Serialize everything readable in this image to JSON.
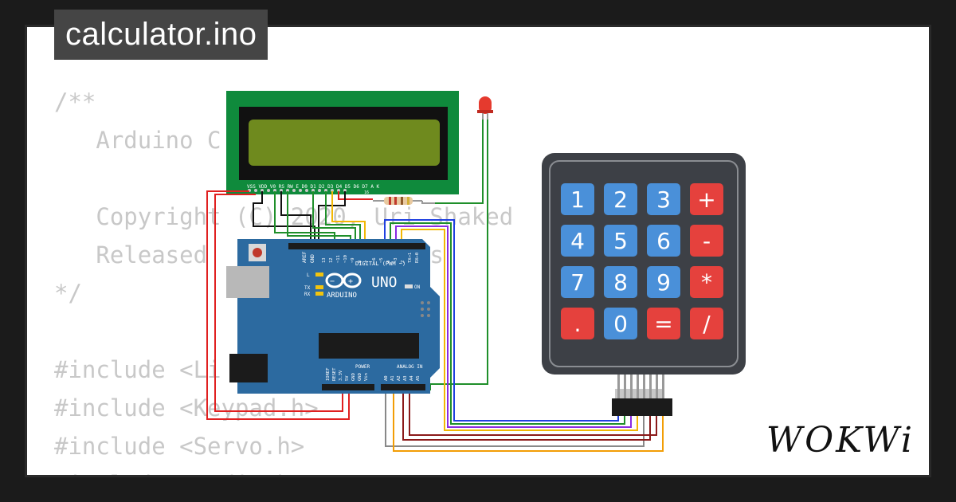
{
  "project": {
    "title": "calculator.ino"
  },
  "code_lines": [
    "/**",
    "   Arduino C",
    "",
    "   Copyright (C) 2020, Uri Shaked",
    "   Released           Licens",
    "*/",
    "",
    "#include <Li",
    "#include <Keypad.h>",
    "#include <Servo.h>",
    "#include <stdio.h>"
  ],
  "brand": "WOKWi",
  "arduino": {
    "model": "UNO",
    "name": "ARDUINO",
    "digital_label": "DIGITAL (PWM ~)",
    "analog_label": "ANALOG IN",
    "power_label": "POWER",
    "on_label": "ON",
    "l_label": "L",
    "tx_label": "TX",
    "rx_label": "RX",
    "aref_label": "AREF",
    "gnd_label": "GND",
    "digital_pins": [
      "13",
      "12",
      "~11",
      "~10",
      "~9",
      "8",
      "7",
      "~6",
      "~5",
      "4",
      "~3",
      "2",
      "TX→1",
      "RX←0"
    ],
    "power_pins": [
      "IOREF",
      "RESET",
      "3.3V",
      "5V",
      "GND",
      "GND",
      "Vin"
    ],
    "analog_pins": [
      "A0",
      "A1",
      "A2",
      "A3",
      "A4",
      "A5"
    ]
  },
  "lcd": {
    "pins": "VSS VDD V0 RS RW E D0 D1 D2 D3 D4 D5 D6 D7 A K",
    "pin_count": "16"
  },
  "keypad": {
    "keys": [
      [
        "1",
        "2",
        "3",
        "+"
      ],
      [
        "4",
        "5",
        "6",
        "-"
      ],
      [
        "7",
        "8",
        "9",
        "*"
      ],
      [
        ".",
        "0",
        "=",
        "/"
      ]
    ]
  },
  "colors": {
    "board": "#2c6aa0",
    "lcd_pcb": "#0f8a3c",
    "lcd_screen": "#6f8a1e",
    "keypad_body": "#3d4046",
    "key_blue": "#4a90d9",
    "key_red": "#e5413d"
  }
}
